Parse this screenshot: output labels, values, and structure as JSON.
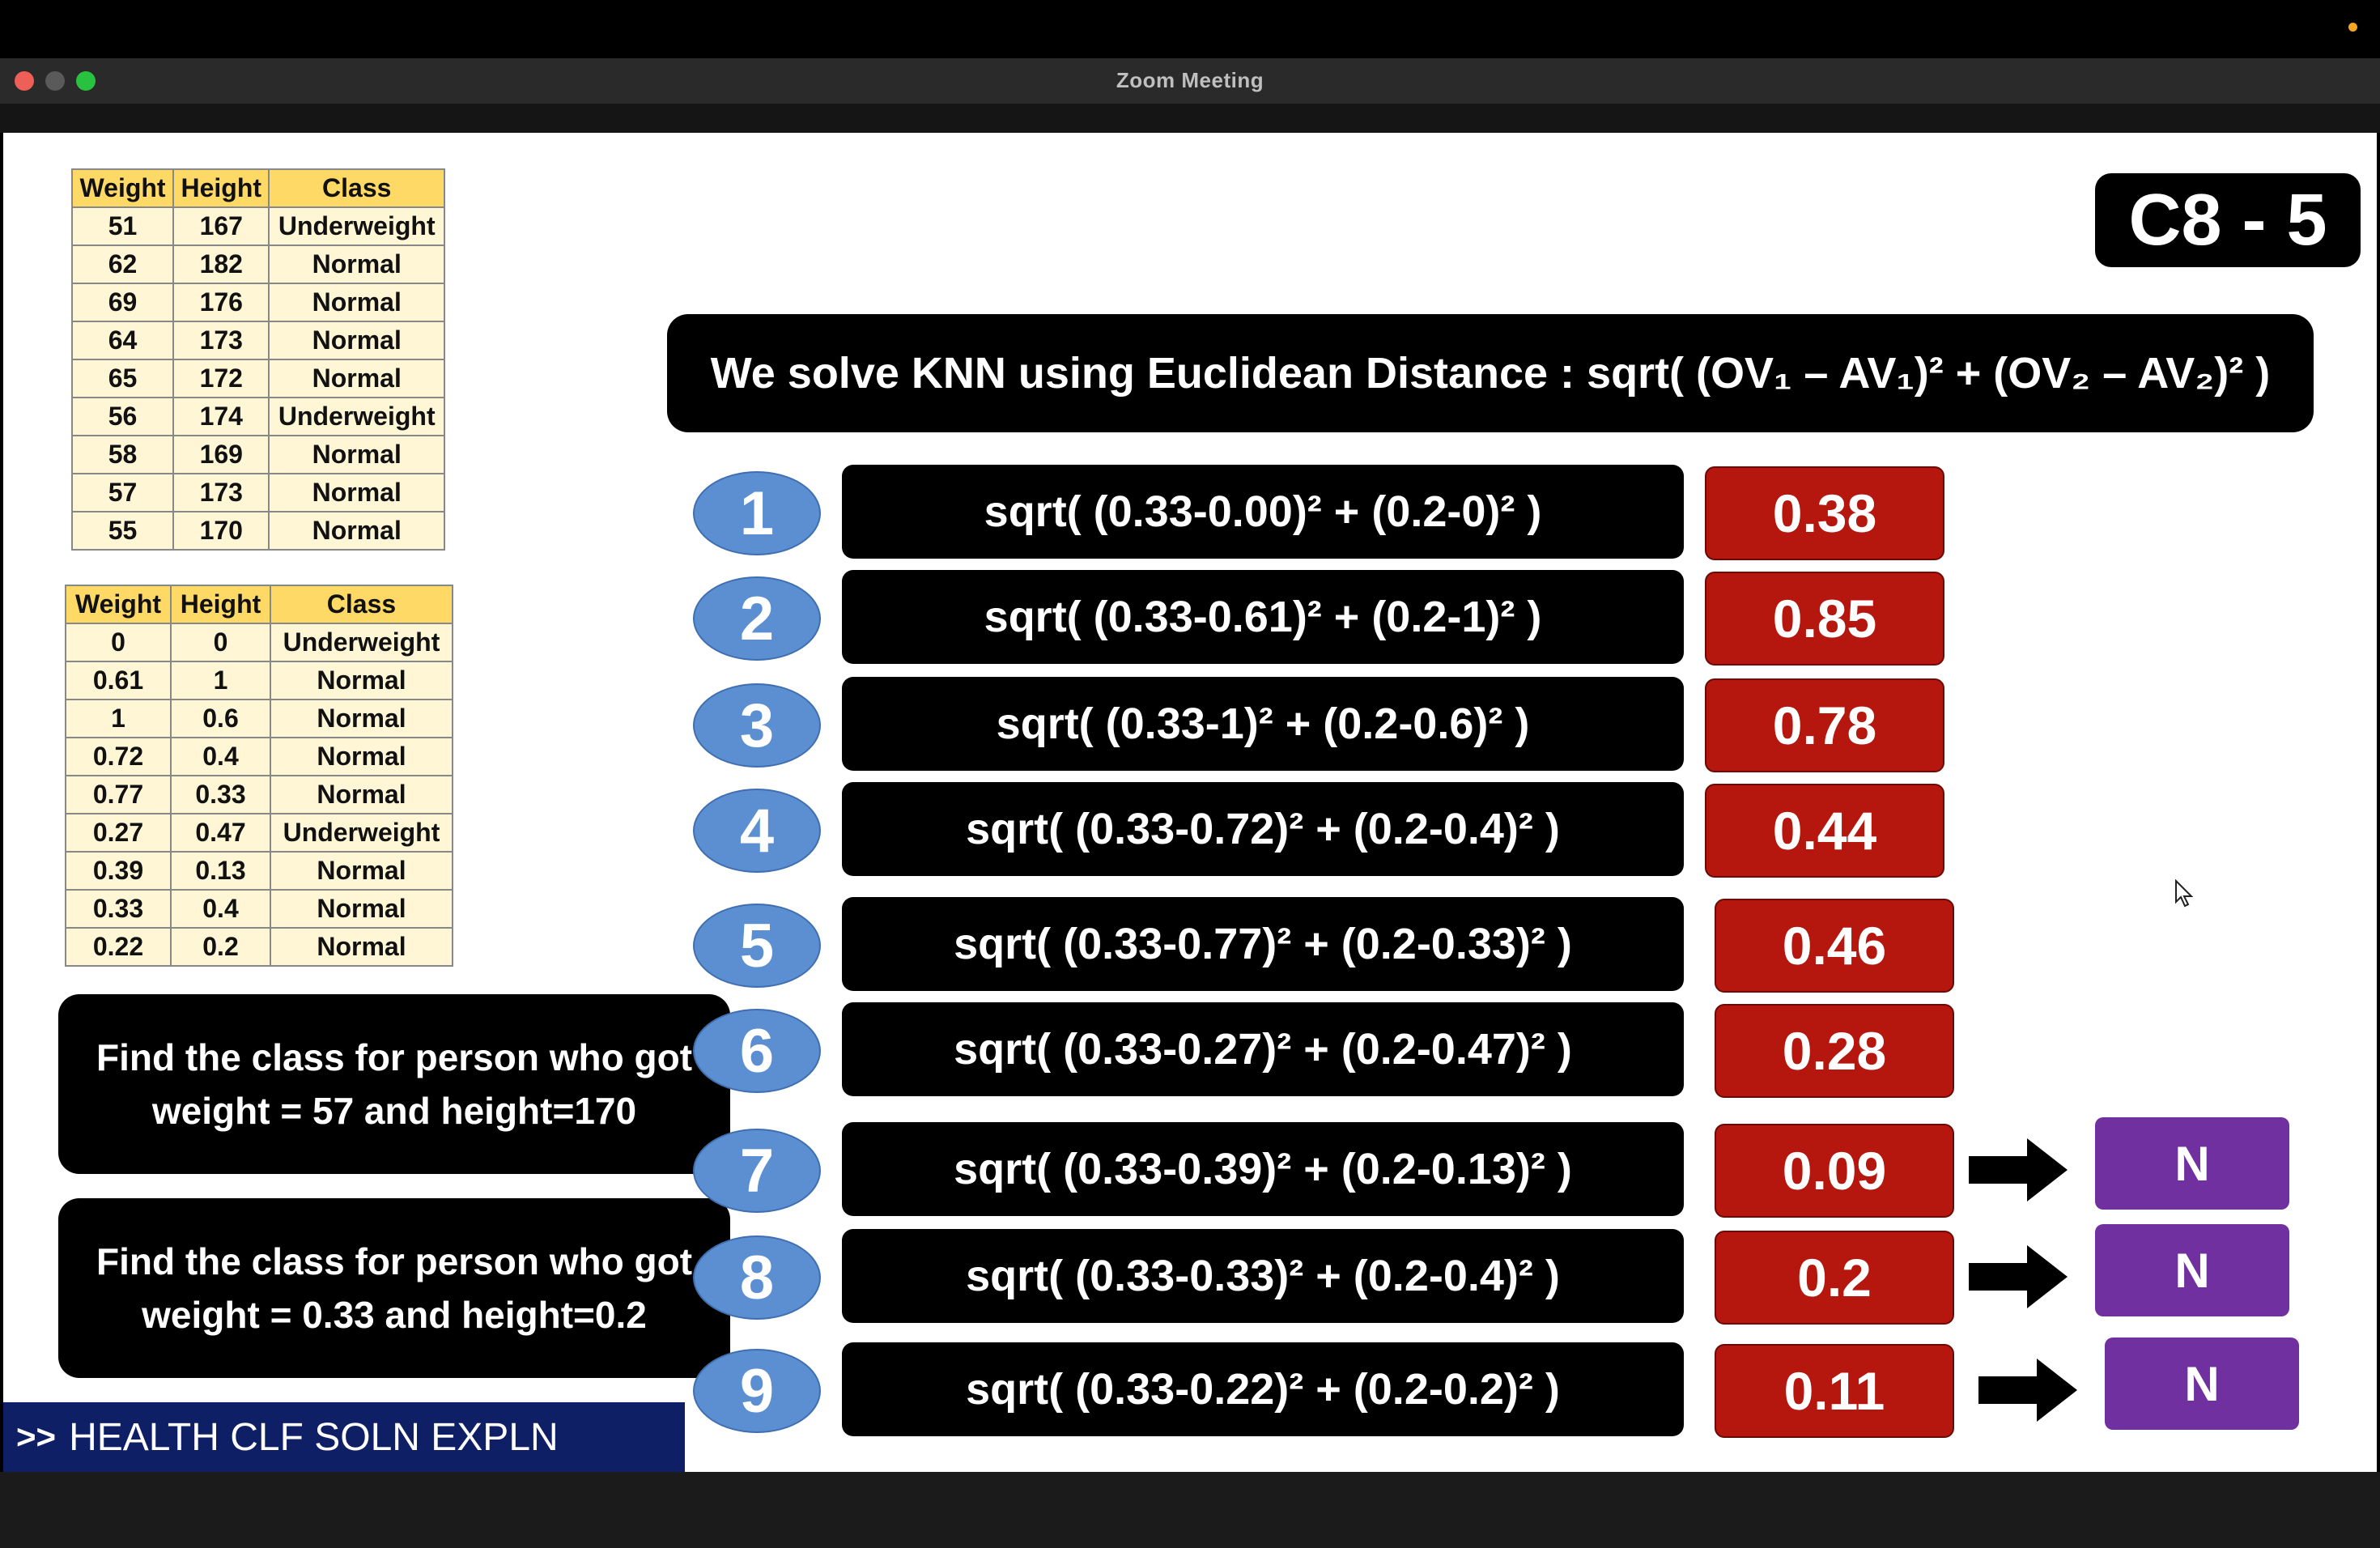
{
  "window": {
    "title": "Zoom Meeting"
  },
  "slide": {
    "badge": "C8 - 5",
    "heading": "We solve KNN using Euclidean Distance : sqrt( (OV₁ – AV₁)² + (OV₂ – AV₂)²  )",
    "table_original": {
      "headers": [
        "Weight",
        "Height",
        "Class"
      ],
      "rows": [
        [
          "51",
          "167",
          "Underweight"
        ],
        [
          "62",
          "182",
          "Normal"
        ],
        [
          "69",
          "176",
          "Normal"
        ],
        [
          "64",
          "173",
          "Normal"
        ],
        [
          "65",
          "172",
          "Normal"
        ],
        [
          "56",
          "174",
          "Underweight"
        ],
        [
          "58",
          "169",
          "Normal"
        ],
        [
          "57",
          "173",
          "Normal"
        ],
        [
          "55",
          "170",
          "Normal"
        ]
      ]
    },
    "table_normalized": {
      "headers": [
        "Weight",
        "Height",
        "Class"
      ],
      "rows": [
        [
          "0",
          "0",
          "Underweight"
        ],
        [
          "0.61",
          "1",
          "Normal"
        ],
        [
          "1",
          "0.6",
          "Normal"
        ],
        [
          "0.72",
          "0.4",
          "Normal"
        ],
        [
          "0.77",
          "0.33",
          "Normal"
        ],
        [
          "0.27",
          "0.47",
          "Underweight"
        ],
        [
          "0.39",
          "0.13",
          "Normal"
        ],
        [
          "0.33",
          "0.4",
          "Normal"
        ],
        [
          "0.22",
          "0.2",
          "Normal"
        ]
      ]
    },
    "prompt_1": "Find the class for person who got weight = 57 and height=170",
    "prompt_2": "Find the class for person who got weight = 0.33 and height=0.2",
    "steps": [
      {
        "n": "1",
        "formula": "sqrt( (0.33-0.00)² + (0.2-0)² )",
        "result": "0.38",
        "label": ""
      },
      {
        "n": "2",
        "formula": "sqrt( (0.33-0.61)² + (0.2-1)² )",
        "result": "0.85",
        "label": ""
      },
      {
        "n": "3",
        "formula": "sqrt( (0.33-1)² + (0.2-0.6)² )",
        "result": "0.78",
        "label": ""
      },
      {
        "n": "4",
        "formula": "sqrt( (0.33-0.72)² + (0.2-0.4)² )",
        "result": "0.44",
        "label": ""
      },
      {
        "n": "5",
        "formula": "sqrt( (0.33-0.77)² + (0.2-0.33)² )",
        "result": "0.46",
        "label": ""
      },
      {
        "n": "6",
        "formula": "sqrt( (0.33-0.27)² + (0.2-0.47)² )",
        "result": "0.28",
        "label": ""
      },
      {
        "n": "7",
        "formula": "sqrt( (0.33-0.39)² + (0.2-0.13)² )",
        "result": "0.09",
        "label": "N"
      },
      {
        "n": "8",
        "formula": "sqrt( (0.33-0.33)² + (0.2-0.4)² )",
        "result": "0.2",
        "label": "N"
      },
      {
        "n": "9",
        "formula": "sqrt( (0.33-0.22)² + (0.2-0.2)² )",
        "result": "0.11",
        "label": "N"
      }
    ],
    "banner": {
      "prefix": ">>",
      "text": "HEALTH CLF SOLN EXPLN"
    }
  },
  "colors": {
    "step_circle": "#5b8fd1",
    "result_box": "#b5170f",
    "class_box": "#7030a0",
    "table_header": "#ffd966",
    "table_body": "#fff6d6",
    "banner": "#0f1f66"
  },
  "icons": [
    "arrow-right-icon",
    "mouse-pointer-icon"
  ]
}
